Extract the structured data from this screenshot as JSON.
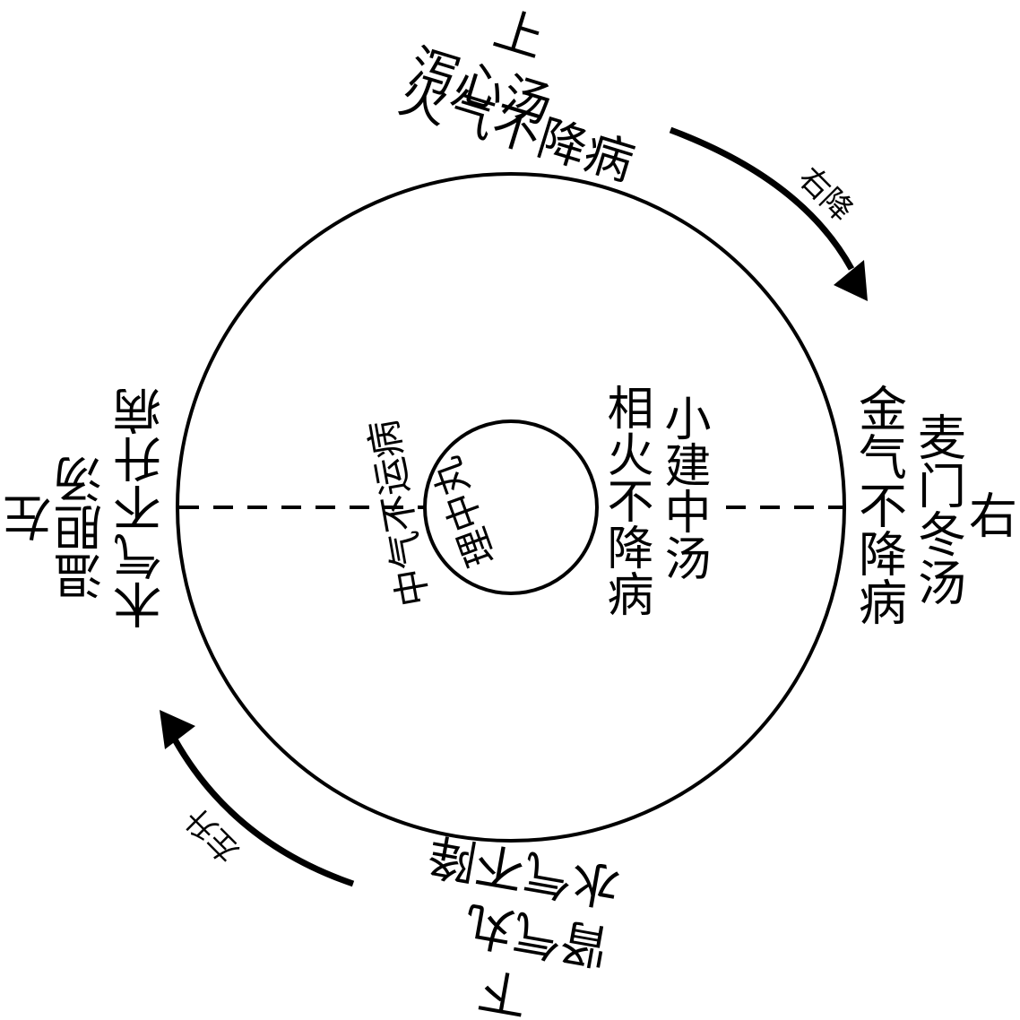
{
  "diagram": {
    "top": {
      "position": "上",
      "line1": "泻心汤",
      "line2": "火气不降病"
    },
    "right": {
      "position": "右",
      "line1": "麦门冬汤",
      "line2": "金气不降病"
    },
    "bottom": {
      "position": "下",
      "line1": "肾气丸",
      "line2": "水气不降"
    },
    "left": {
      "position": "左",
      "line1": "木气不升病",
      "line2": "温胆汤"
    },
    "inner_right": {
      "line1": "小建中汤",
      "line2": "相火不降病"
    },
    "inner_left": {
      "line1": "中气不运病",
      "line2": "理中丸"
    },
    "arrows": {
      "right_descend": "右降",
      "left_ascend": "左升"
    }
  }
}
